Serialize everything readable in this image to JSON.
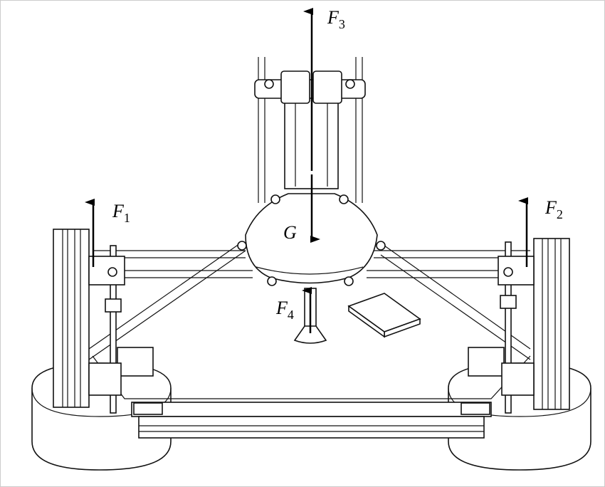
{
  "figure": {
    "labels": {
      "F1": {
        "base": "F",
        "sub": "1"
      },
      "F2": {
        "base": "F",
        "sub": "2"
      },
      "F3": {
        "base": "F",
        "sub": "3"
      },
      "F4": {
        "base": "F",
        "sub": "4"
      },
      "G": {
        "base": "G"
      }
    },
    "colors": {
      "line": "#111111",
      "background": "#ffffff"
    }
  }
}
